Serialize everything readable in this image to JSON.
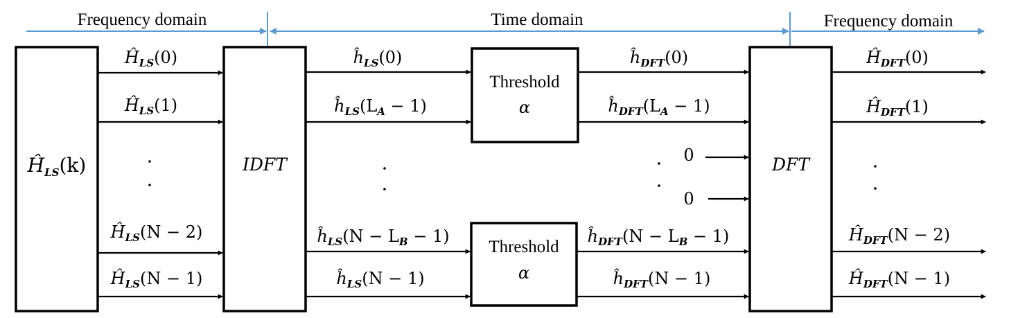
{
  "domains": {
    "left": "Frequency domain",
    "middle": "Time domain",
    "right": "Frequency domain"
  },
  "colors": {
    "domain_arrow": "#5b9bd5",
    "lines": "#000000",
    "background": "#ffffff"
  },
  "blocks": {
    "ls_estimate": {
      "symbol": "Ĥ",
      "sub": "LS",
      "arg": "(k)"
    },
    "idft": "IDFT",
    "dft": "DFT",
    "threshold_top": {
      "label": "Threshold",
      "param": "α"
    },
    "threshold_bottom": {
      "label": "Threshold",
      "param": "α"
    }
  },
  "signals": {
    "H_LS": [
      {
        "symbol": "Ĥ",
        "sub": "LS",
        "arg": "(0)"
      },
      {
        "symbol": "Ĥ",
        "sub": "LS",
        "arg": "(1)"
      },
      {
        "symbol": "Ĥ",
        "sub": "LS",
        "arg": "(N − 2)"
      },
      {
        "symbol": "Ĥ",
        "sub": "LS",
        "arg": "(N − 1)"
      }
    ],
    "h_LS": [
      {
        "symbol": "ĥ",
        "sub": "LS",
        "arg": "(0)"
      },
      {
        "symbol": "ĥ",
        "sub": "LS",
        "pre": "(L",
        "pre_sub": "A",
        "post": " − 1)"
      },
      {
        "symbol": "ĥ",
        "sub": "LS",
        "pre": "(N − L",
        "pre_sub": "B",
        "post": " − 1)"
      },
      {
        "symbol": "ĥ",
        "sub": "LS",
        "arg": "(N − 1)"
      }
    ],
    "h_DFT": [
      {
        "symbol": "ĥ",
        "sub": "DFT",
        "arg": "(0)"
      },
      {
        "symbol": "ĥ",
        "sub": "DFT",
        "pre": "(L",
        "pre_sub": "A",
        "post": " − 1)"
      },
      {
        "symbol": "ĥ",
        "sub": "DFT",
        "pre": "(N − L",
        "pre_sub": "B",
        "post": " − 1)"
      },
      {
        "symbol": "ĥ",
        "sub": "DFT",
        "arg": "(N − 1)"
      }
    ],
    "zeros": [
      "0",
      "0"
    ],
    "H_DFT": [
      {
        "symbol": "Ĥ",
        "sub": "DFT",
        "arg": "(0)"
      },
      {
        "symbol": "Ĥ",
        "sub": "DFT",
        "arg": "(1)"
      },
      {
        "symbol": "Ĥ",
        "sub": "DFT",
        "arg": "(N − 2)"
      },
      {
        "symbol": "Ĥ",
        "sub": "DFT",
        "arg": "(N − 1)"
      }
    ]
  }
}
